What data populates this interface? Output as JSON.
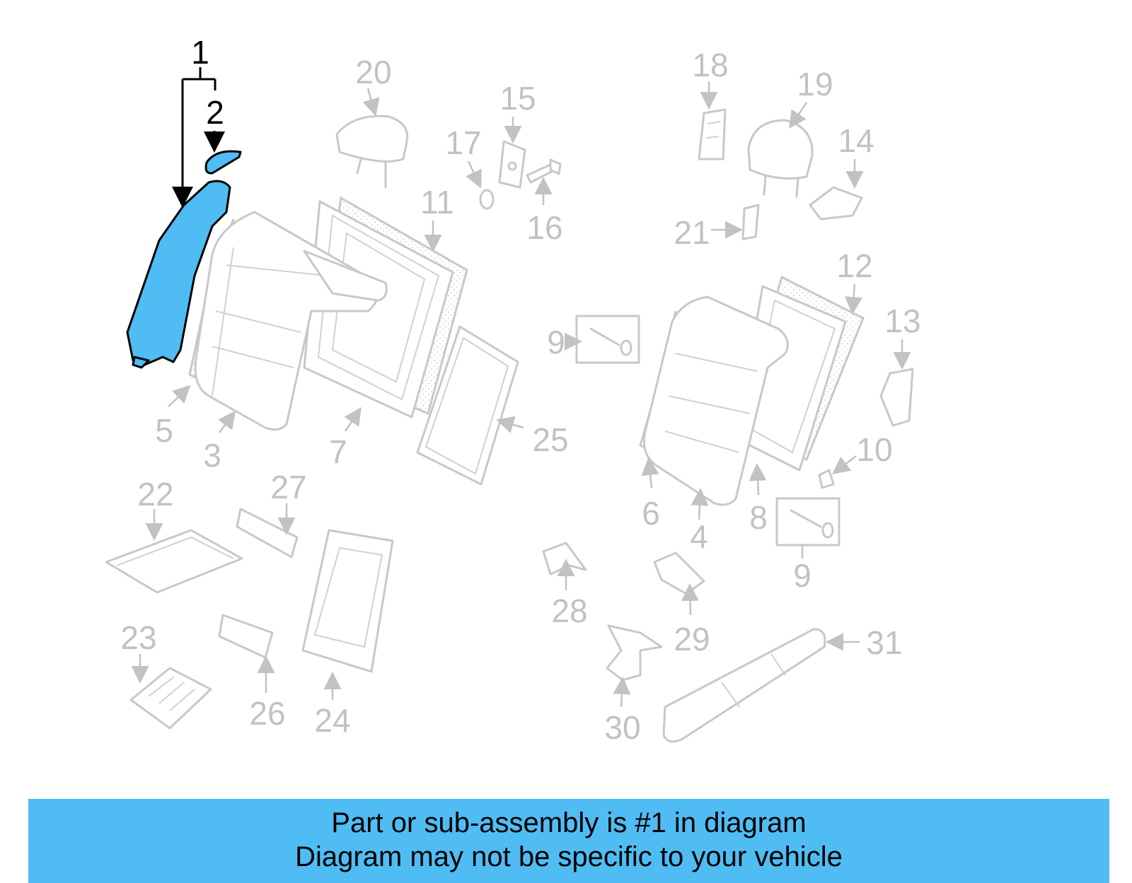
{
  "callouts": [
    "1",
    "2",
    "3",
    "4",
    "5",
    "6",
    "7",
    "8",
    "9",
    "9",
    "10",
    "11",
    "12",
    "13",
    "14",
    "15",
    "16",
    "17",
    "18",
    "19",
    "20",
    "21",
    "22",
    "23",
    "24",
    "25",
    "26",
    "27",
    "28",
    "29",
    "30",
    "31"
  ],
  "highlight": {
    "part_number": "1",
    "sub_part_number": "2",
    "color": "#4fbdf3"
  },
  "banner": {
    "line1": "Part or sub-assembly is #1 in diagram",
    "line2": "Diagram may not be specific to your vehicle",
    "color": "#4fbdf3"
  }
}
